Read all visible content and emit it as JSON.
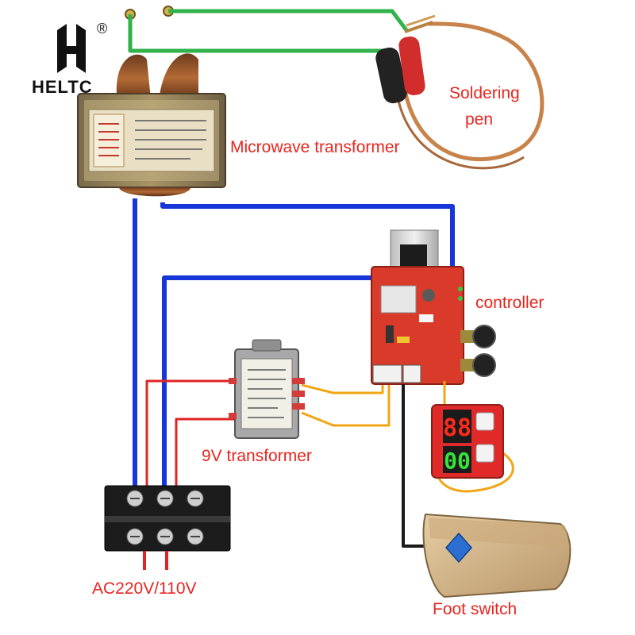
{
  "brand": {
    "name": "HELTC",
    "registered": "®"
  },
  "labels": {
    "soldering_pen": [
      "Soldering",
      "pen"
    ],
    "microwave_transformer": "Microwave transformer",
    "controller": "controller",
    "transformer_9v": "9V transformer",
    "power_input": "AC220V/110V",
    "foot_switch": "Foot switch"
  },
  "display": {
    "top_digits": "88",
    "bottom_digits": "00"
  },
  "colors": {
    "label_text": "#e8251f",
    "secondary_wire": "#2fb34a",
    "mains_wire": "#1636d8",
    "low_voltage_wire": "#e02424",
    "ac9v_wire": "#f2a516",
    "controller_pcb": "#d93a2a",
    "display_pcb": "#e02a2a",
    "pedal": "#d2b48c",
    "pen_cable": "#c8834a"
  }
}
